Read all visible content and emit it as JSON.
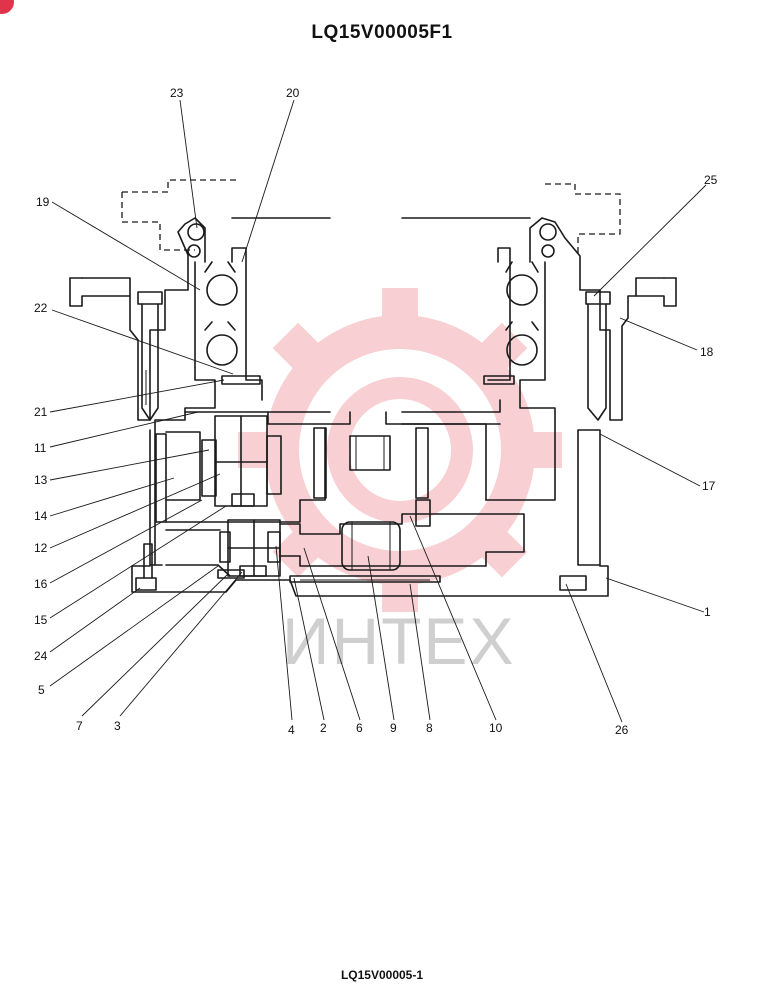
{
  "header": {
    "title": "LQ15V00005F1"
  },
  "footer": {
    "code": "LQ15V00005-1"
  },
  "watermark": {
    "text": "ИНТЕХ",
    "color": "#f3a9ae",
    "kind": "gear-logo"
  },
  "accent_color": "#e0344a",
  "callouts": [
    {
      "id": "c23",
      "label": "23"
    },
    {
      "id": "c20",
      "label": "20"
    },
    {
      "id": "c25",
      "label": "25"
    },
    {
      "id": "c19",
      "label": "19"
    },
    {
      "id": "c22",
      "label": "22"
    },
    {
      "id": "c18",
      "label": "18"
    },
    {
      "id": "c21",
      "label": "21"
    },
    {
      "id": "c11",
      "label": "11"
    },
    {
      "id": "c13",
      "label": "13"
    },
    {
      "id": "c17",
      "label": "17"
    },
    {
      "id": "c14",
      "label": "14"
    },
    {
      "id": "c12",
      "label": "12"
    },
    {
      "id": "c16",
      "label": "16"
    },
    {
      "id": "c15",
      "label": "15"
    },
    {
      "id": "c1",
      "label": "1"
    },
    {
      "id": "c24",
      "label": "24"
    },
    {
      "id": "c5",
      "label": "5"
    },
    {
      "id": "c7",
      "label": "7"
    },
    {
      "id": "c3",
      "label": "3"
    },
    {
      "id": "c4",
      "label": "4"
    },
    {
      "id": "c2",
      "label": "2"
    },
    {
      "id": "c6",
      "label": "6"
    },
    {
      "id": "c9",
      "label": "9"
    },
    {
      "id": "c8",
      "label": "8"
    },
    {
      "id": "c10",
      "label": "10"
    },
    {
      "id": "c26",
      "label": "26"
    }
  ]
}
